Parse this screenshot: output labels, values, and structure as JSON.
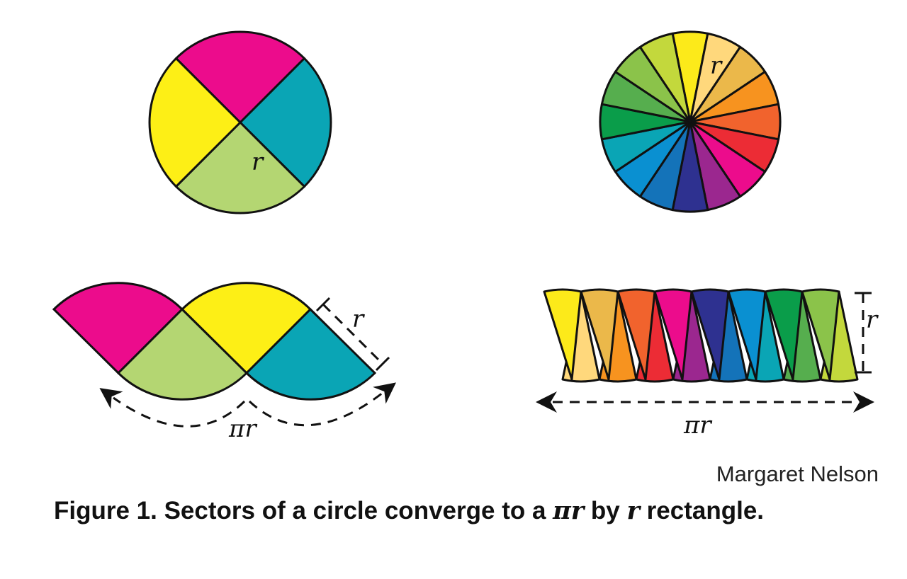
{
  "labels": {
    "radius": "r",
    "half_circumference": "πr"
  },
  "credit": "Margaret Nelson",
  "caption": {
    "prefix": "Figure 1. Sectors of a circle converge to a ",
    "pi_r": "πr",
    "middle": " by ",
    "r": "r",
    "suffix": " rectangle."
  },
  "colors": {
    "four_sectors": [
      "#ec0c8c",
      "#0aa5b5",
      "#b4d672",
      "#fdef16"
    ],
    "sixteen_sectors": [
      "#fcea1a",
      "#ffd87c",
      "#ebb84a",
      "#f7931f",
      "#f1632d",
      "#ec2c35",
      "#ec0c8c",
      "#9b278f",
      "#2e3190",
      "#1473b9",
      "#0a90d1",
      "#0aa5b5",
      "#0a9d4a",
      "#56ae4e",
      "#8bc34a",
      "#c3d83c"
    ],
    "outline": "#111111"
  },
  "sector_counts": {
    "coarse": 4,
    "fine": 16
  }
}
